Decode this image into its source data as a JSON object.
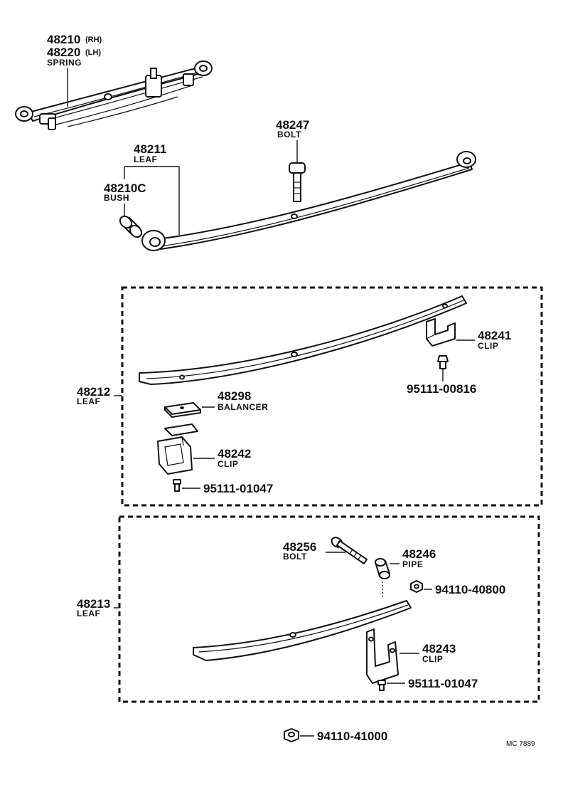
{
  "parts": {
    "spring_rh": {
      "number": "48210",
      "suffix": "(RH)"
    },
    "spring_lh": {
      "number": "48220",
      "suffix": "(LH)",
      "desc": "SPRING"
    },
    "leaf_48211": {
      "number": "48211",
      "desc": "LEAF"
    },
    "bush": {
      "number": "48210C",
      "desc": "BUSH"
    },
    "bolt_48247": {
      "number": "48247",
      "desc": "BOLT"
    },
    "clip_48241": {
      "number": "48241",
      "desc": "CLIP"
    },
    "screw_00816": {
      "number": "95111-00816"
    },
    "leaf_48212": {
      "number": "48212",
      "desc": "LEAF"
    },
    "balancer": {
      "number": "48298",
      "desc": "BALANCER"
    },
    "clip_48242": {
      "number": "48242",
      "desc": "CLIP"
    },
    "screw_01047_a": {
      "number": "95111-01047"
    },
    "bolt_48256": {
      "number": "48256",
      "desc": "BOLT"
    },
    "pipe": {
      "number": "48246",
      "desc": "PIPE"
    },
    "nut_40800": {
      "number": "94110-40800"
    },
    "leaf_48213": {
      "number": "48213",
      "desc": "LEAF"
    },
    "clip_48243": {
      "number": "48243",
      "desc": "CLIP"
    },
    "screw_01047_b": {
      "number": "95111-01047"
    },
    "nut_41000": {
      "number": "94110-41000"
    }
  },
  "drawing_ref": "MC 7889"
}
